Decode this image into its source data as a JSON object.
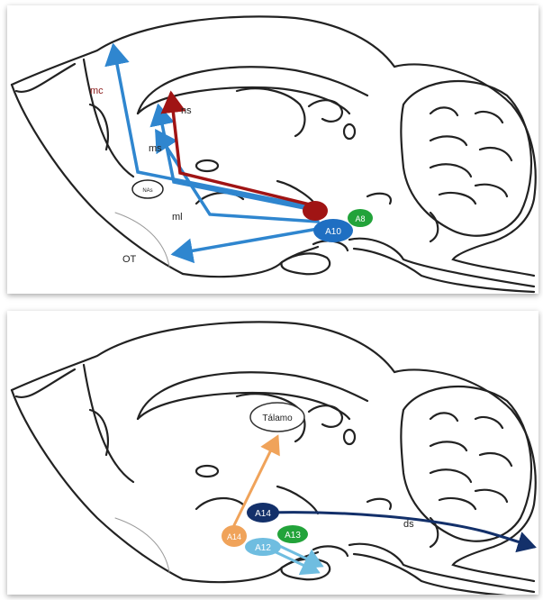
{
  "top_panel": {
    "labels": {
      "mc": "mc",
      "ns": "ns",
      "ms": "ms",
      "nas": "NAs",
      "ml": "ml",
      "ot": "OT",
      "a10": "A10",
      "a8": "A8"
    },
    "colors": {
      "blue_pathway": "#2f86cf",
      "red_pathway": "#a01414",
      "a9_node": "#a01414",
      "a10_node": "#1f6fc2",
      "a8_node": "#22a33a"
    }
  },
  "bottom_panel": {
    "labels": {
      "thalamus": "Tálamo",
      "a14_upper": "A14",
      "ds": "ds",
      "a14_lower": "A14",
      "a13": "A13",
      "a12": "A12"
    },
    "colors": {
      "orange_pathway": "#f0a35a",
      "navy_pathway": "#13306a",
      "light_blue_pathway": "#6fbde0",
      "a14_upper_node": "#13306a",
      "a14_lower_node": "#f0a35a",
      "a13_node": "#22a33a",
      "a12_node": "#6fbde0"
    }
  }
}
